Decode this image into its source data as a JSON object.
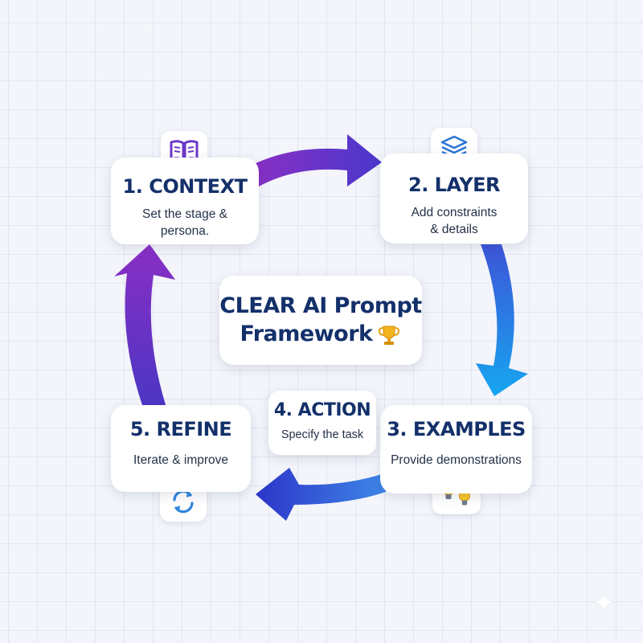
{
  "center": {
    "title_line1": "CLEAR AI Prompt",
    "title_line2": "Framework"
  },
  "steps": [
    {
      "title": "1. CONTEXT",
      "desc_line1": "Set the stage &",
      "desc_line2": "persona."
    },
    {
      "title": "2. LAYER",
      "desc_line1": "Add constraints",
      "desc_line2": "& details"
    },
    {
      "title": "3. EXAMPLES",
      "desc": "Provide demonstrations"
    },
    {
      "title": "4. ACTION",
      "desc": "Specify the task"
    },
    {
      "title": "5. REFINE",
      "desc": "Iterate & improve"
    }
  ],
  "icons": {
    "context": "book-icon",
    "layer": "layers-icon",
    "examples": "lightbulbs-icon",
    "refine": "refresh-icon",
    "center": "trophy-icon",
    "corner": "sparkle-icon"
  },
  "colors": {
    "title": "#13306a",
    "arrow_purple": "#7a2ec4",
    "arrow_blue": "#2a60dc",
    "arrow_cyan": "#16a6f0"
  }
}
